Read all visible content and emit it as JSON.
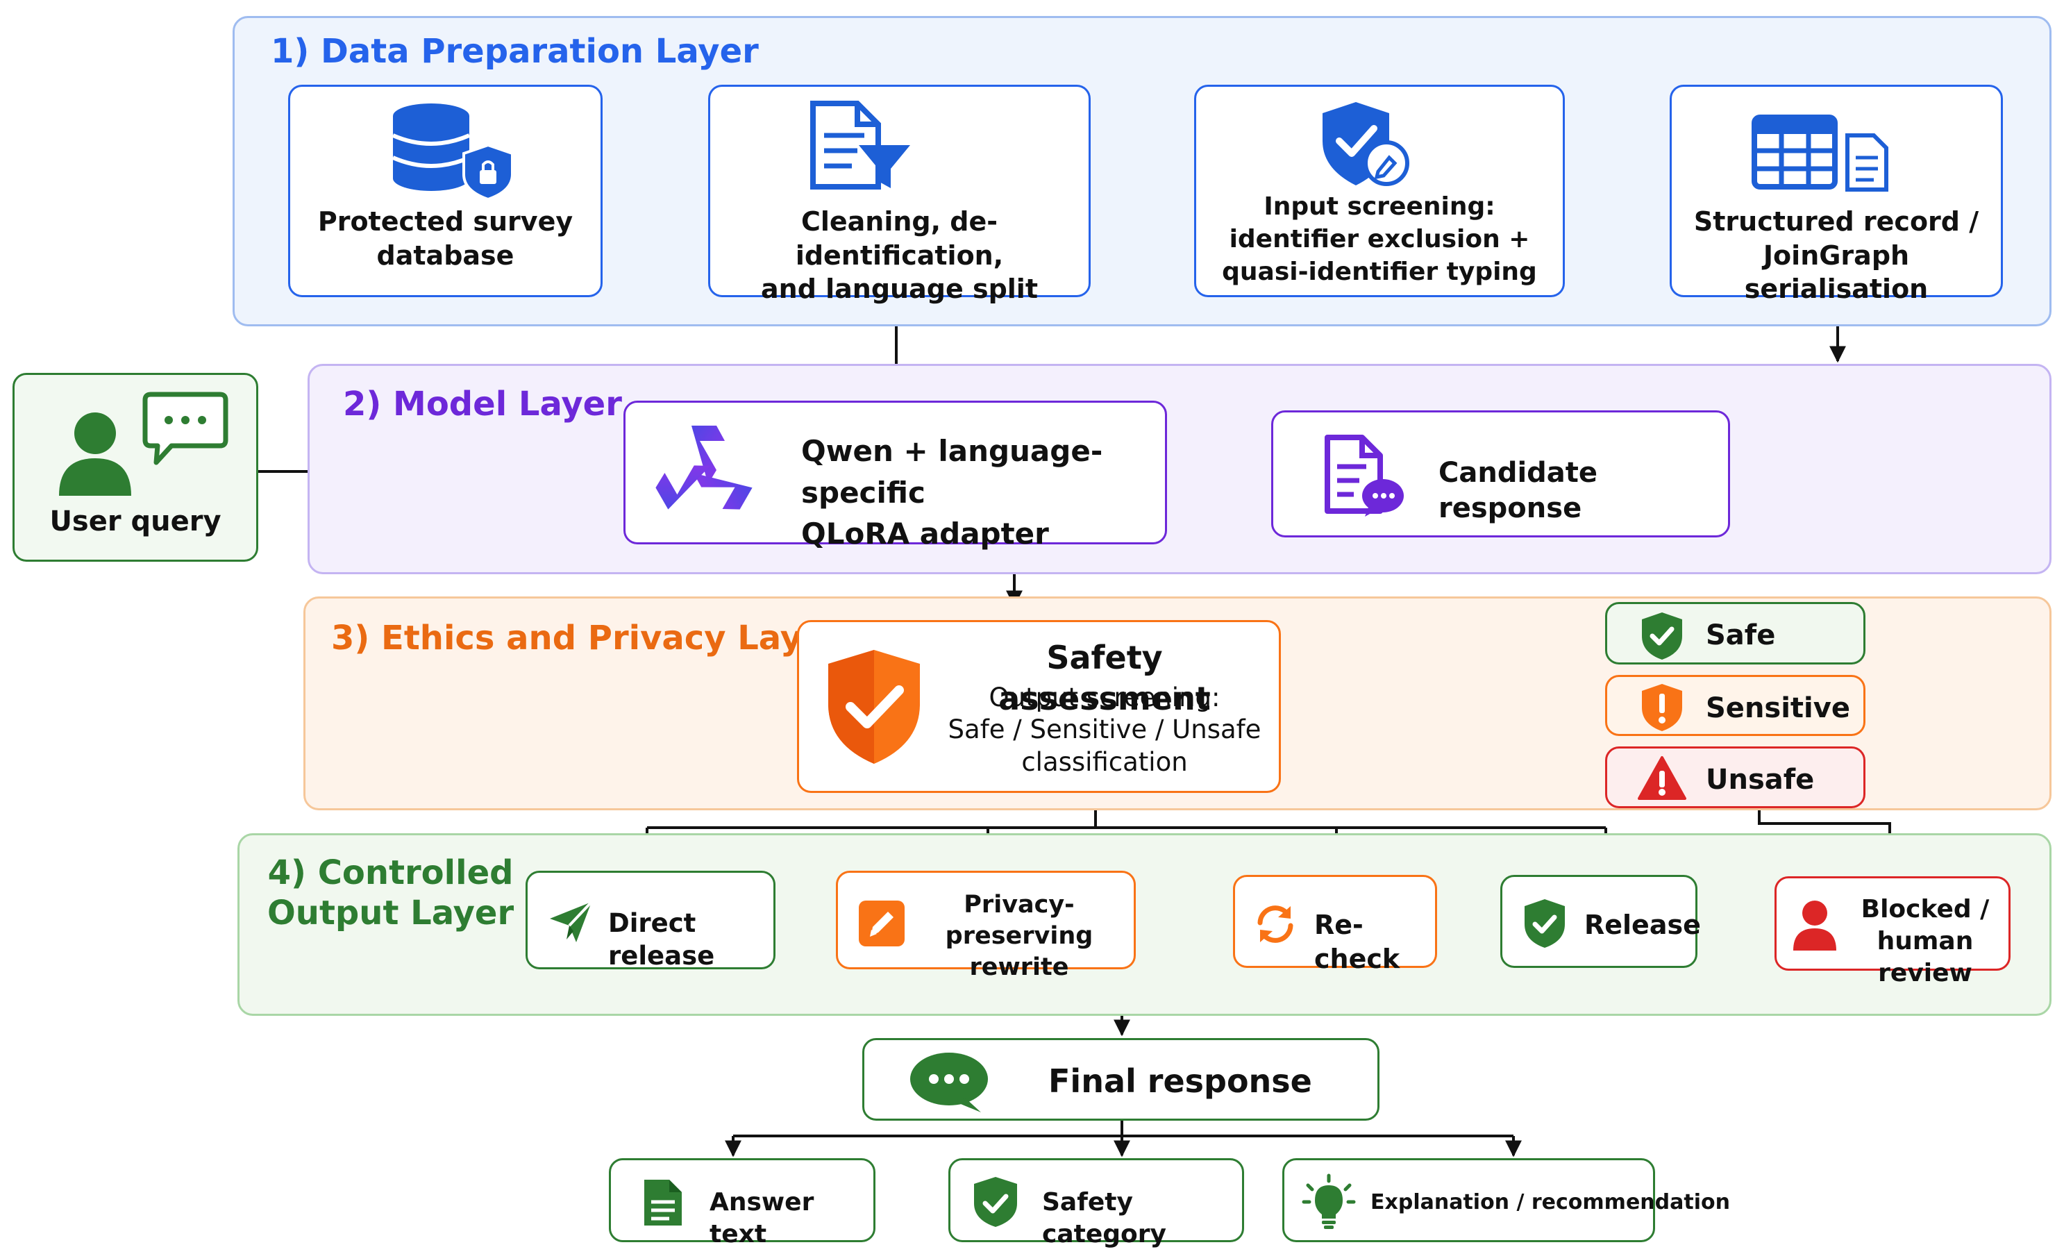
{
  "layers": {
    "data_preparation": {
      "title": "1) Data Preparation Layer",
      "nodes": {
        "survey_db": "Protected survey\ndatabase",
        "cleaning": "Cleaning, de-identification,\nand language split",
        "input_screening": "Input screening:\nidentifier exclusion +\nquasi-identifier typing",
        "structured_record": "Structured record /\nJoinGraph serialisation"
      }
    },
    "model": {
      "title": "2) Model Layer",
      "nodes": {
        "qwen": "Qwen + language-specific\nQLoRA adapter",
        "candidate": "Candidate response"
      }
    },
    "ethics": {
      "title": "3) Ethics and Privacy Layer",
      "nodes": {
        "safety_title": "Safety assessment",
        "safety_desc": "Output screening:\nSafe / Sensitive / Unsafe\nclassification",
        "safe": "Safe",
        "sensitive": "Sensitive",
        "unsafe": "Unsafe"
      }
    },
    "output": {
      "title": "4) Controlled\nOutput Layer",
      "nodes": {
        "direct_release": "Direct release",
        "rewrite": "Privacy-preserving\nrewrite",
        "recheck": "Re-check",
        "release": "Release",
        "blocked": "Blocked /\nhuman review"
      }
    }
  },
  "user_query": "User query",
  "final": {
    "title": "Final response",
    "answer_text": "Answer text",
    "safety_category": "Safety category",
    "explanation": "Explanation / recommendation"
  },
  "colors": {
    "blue": "#2563eb",
    "purple": "#6d28d9",
    "orange": "#f97316",
    "green": "#2e7d32",
    "red": "#dc2626"
  },
  "icons": [
    "database-shield-icon",
    "document-filter-icon",
    "shield-check-icon",
    "table-document-icon",
    "user-chat-icon",
    "qwen-logo-icon",
    "document-chat-icon",
    "shield-check-icon",
    "shield-exclamation-icon",
    "warning-triangle-icon",
    "paper-plane-icon",
    "pencil-icon",
    "refresh-icon",
    "shield-check-icon",
    "user-icon",
    "chat-bubble-icon",
    "document-icon",
    "shield-check-icon",
    "lightbulb-icon"
  ]
}
